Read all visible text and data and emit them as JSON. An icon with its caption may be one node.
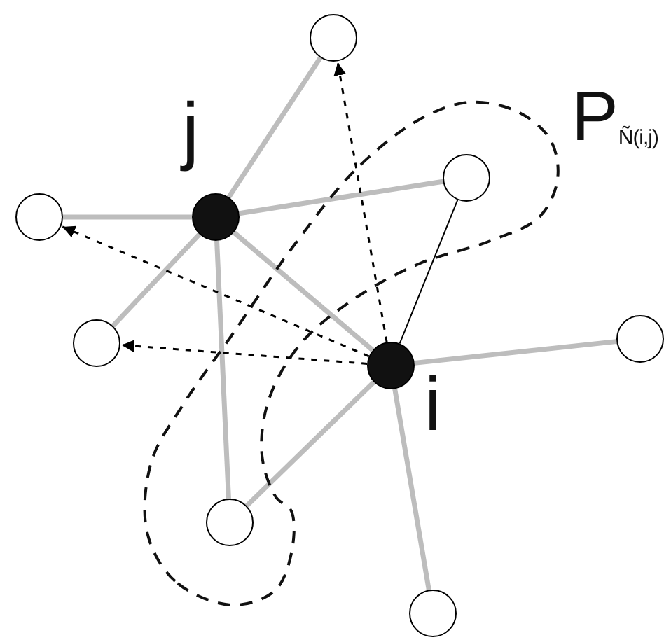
{
  "diagram": {
    "nodes": [
      {
        "text": [],
        "shape": "circle"
      },
      {
        "text": [],
        "shape": "circle",
        "beside": [
          "j"
        ]
      },
      {
        "text": [],
        "shape": "circle"
      },
      {
        "text": [],
        "shape": "circle"
      },
      {
        "text": [],
        "shape": "circle"
      },
      {
        "text": [],
        "shape": "circle",
        "beside": [
          "i"
        ]
      },
      {
        "text": [],
        "shape": "circle"
      },
      {
        "text": [],
        "shape": "circle"
      },
      {
        "text": [],
        "shape": "circle"
      }
    ],
    "labels": [
      "P$_{Ñ(i,j)}$"
    ],
    "edges": [
      {
        "from": 1,
        "to": 0,
        "arrow": "none"
      },
      {
        "from": 1,
        "to": 3,
        "arrow": "none"
      },
      {
        "from": 1,
        "to": 2,
        "arrow": "none"
      },
      {
        "from": 1,
        "to": 4,
        "arrow": "none"
      },
      {
        "from": 1,
        "to": 7,
        "arrow": "none"
      },
      {
        "from": 1,
        "to": 5,
        "arrow": "none"
      },
      {
        "from": 5,
        "to": 6,
        "arrow": "none"
      },
      {
        "from": 5,
        "to": 7,
        "arrow": "none"
      },
      {
        "from": 5,
        "to": 8,
        "arrow": "none"
      },
      {
        "from": 5,
        "to": 2,
        "arrow": "none",
        "color": "#000000"
      },
      {
        "from": 5,
        "to": 0,
        "arrow": "to",
        "style": "dashed",
        "color": "#000000"
      },
      {
        "from": 5,
        "to": 3,
        "arrow": "to",
        "style": "dashed",
        "color": "#000000"
      },
      {
        "from": 5,
        "to": 4,
        "arrow": "to",
        "style": "dashed",
        "color": "#000000"
      }
    ]
  }
}
